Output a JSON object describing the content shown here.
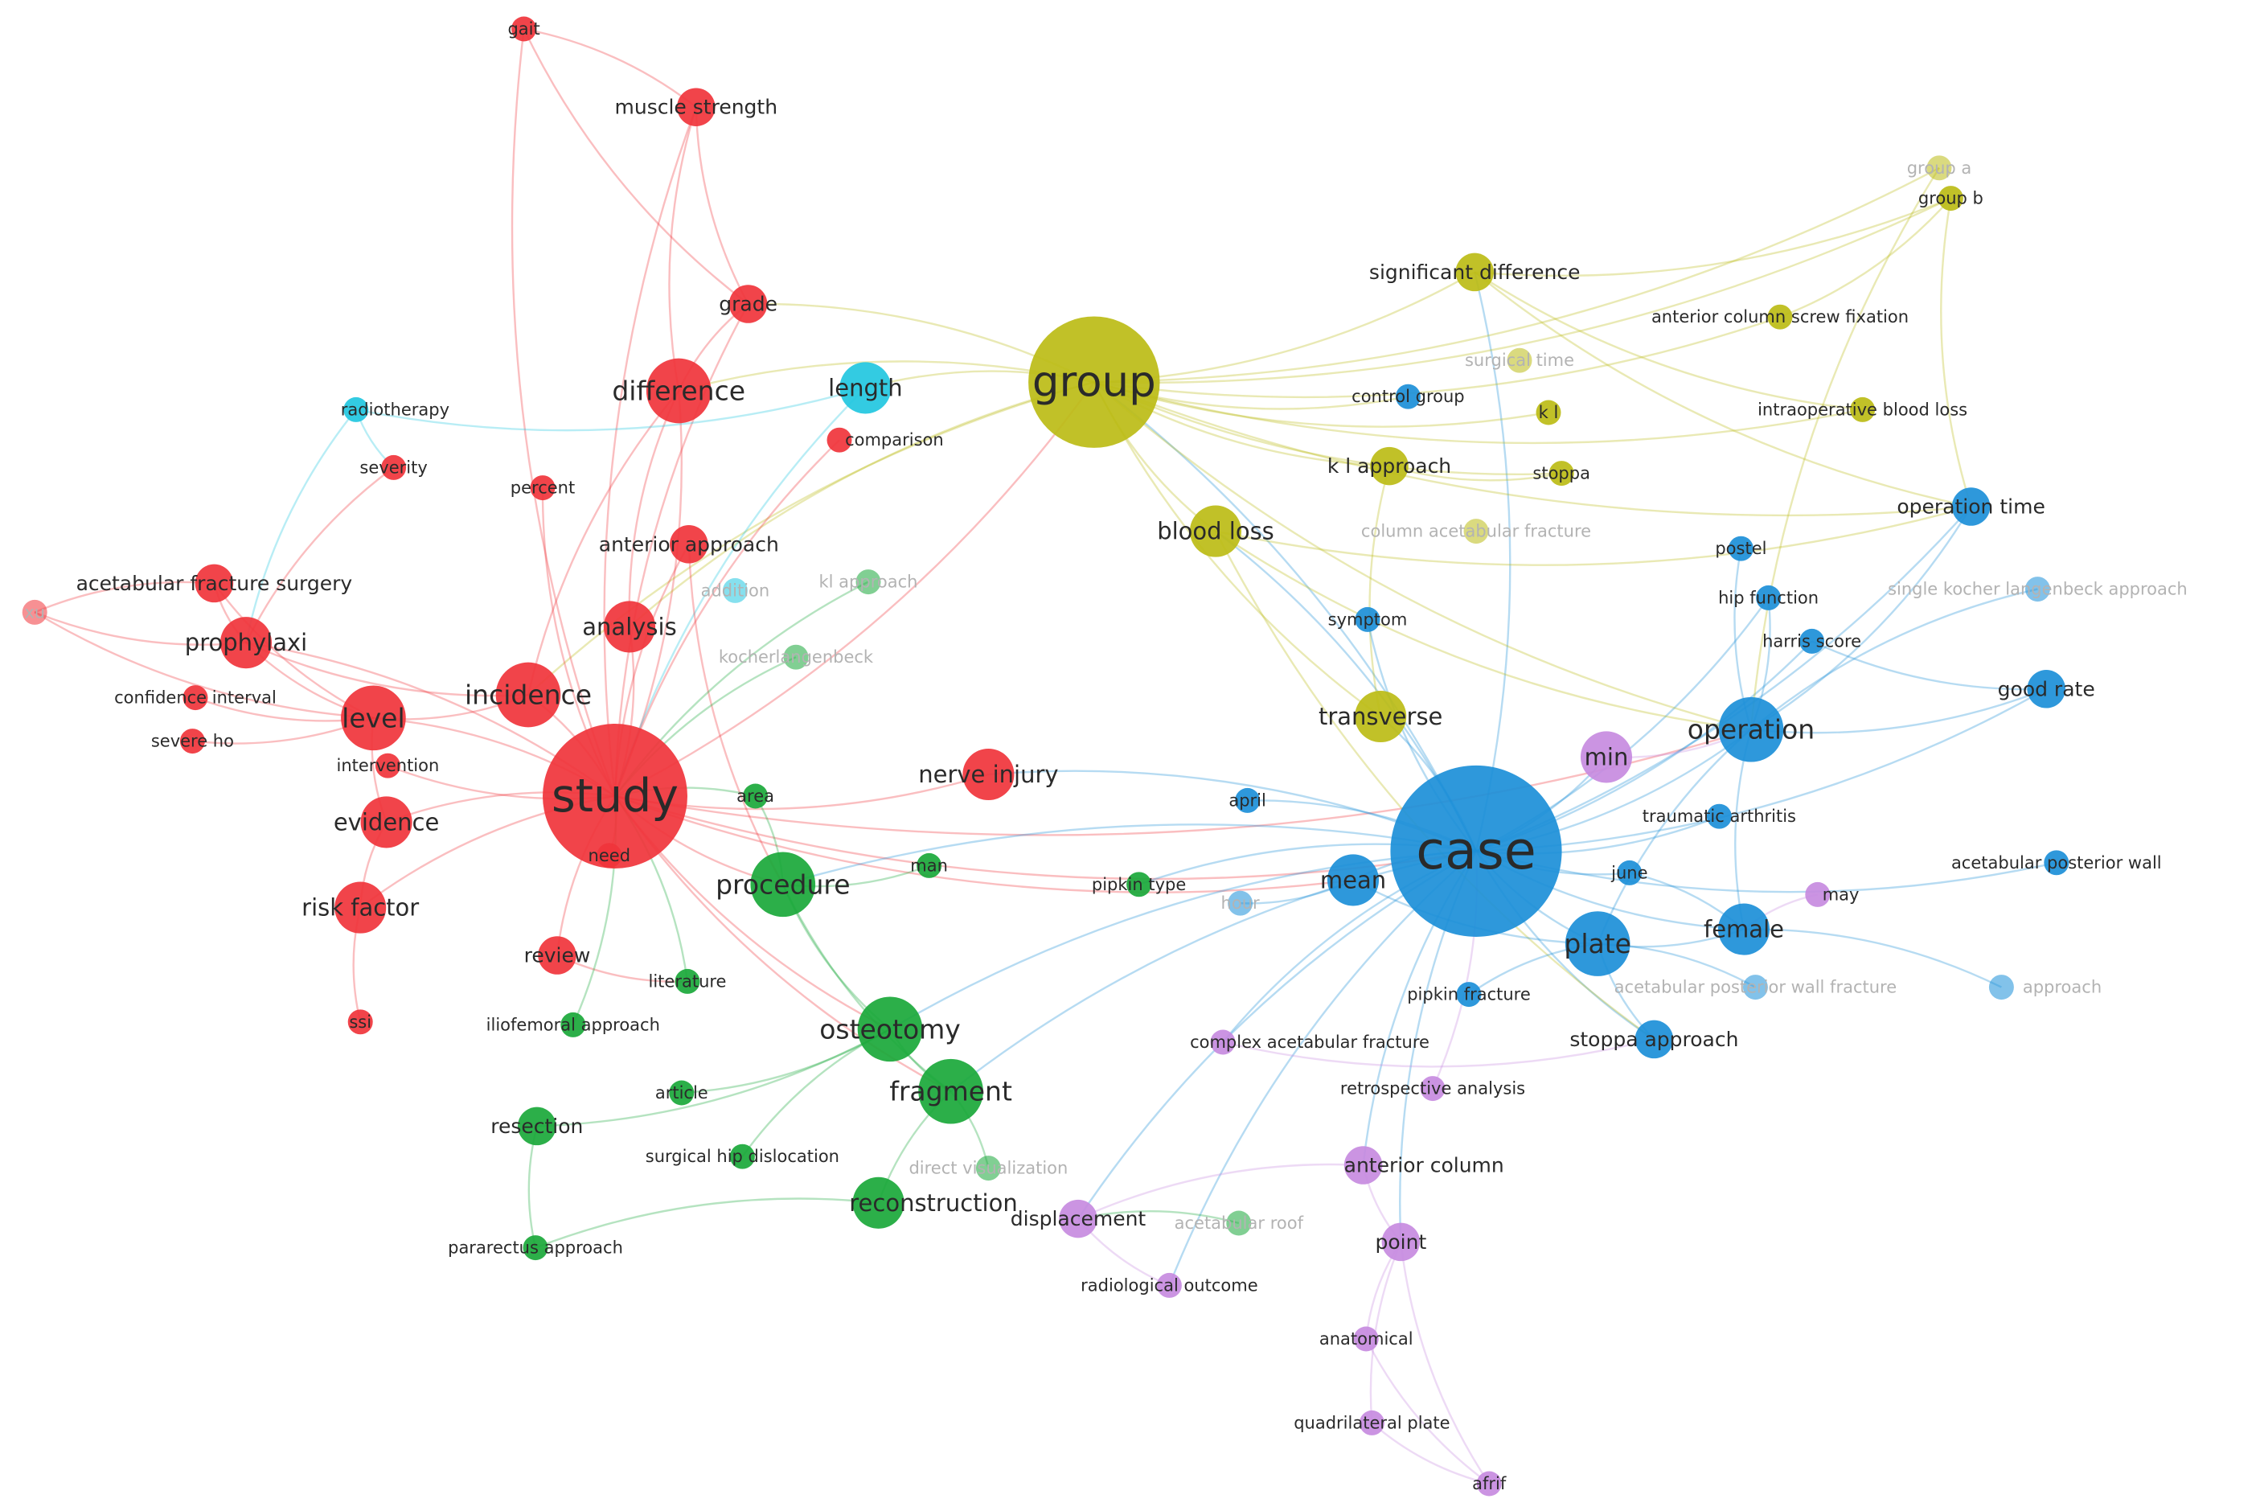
{
  "clusters": {
    "red": {
      "color": "#f0343b"
    },
    "green": {
      "color": "#1aa83a"
    },
    "blue": {
      "color": "#1c8fd8"
    },
    "yellow": {
      "color": "#bcbc16"
    },
    "purple": {
      "color": "#c78be0"
    },
    "cyan": {
      "color": "#22c7e0"
    }
  },
  "nodes": [
    {
      "label": "gait",
      "cluster": "red",
      "weight": 1
    },
    {
      "label": "muscle strength",
      "cluster": "red",
      "weight": 2
    },
    {
      "label": "grade",
      "cluster": "red",
      "weight": 2
    },
    {
      "label": "difference",
      "cluster": "red",
      "weight": 4
    },
    {
      "label": "radiotherapy",
      "cluster": "cyan",
      "weight": 1
    },
    {
      "label": "severity",
      "cluster": "red",
      "weight": 1
    },
    {
      "label": "percent",
      "cluster": "red",
      "weight": 1
    },
    {
      "label": "length",
      "cluster": "cyan",
      "weight": 3
    },
    {
      "label": "comparison",
      "cluster": "red",
      "weight": 1
    },
    {
      "label": "anterior approach",
      "cluster": "red",
      "weight": 2
    },
    {
      "label": "acetabular fracture surgery",
      "cluster": "red",
      "weight": 2
    },
    {
      "label": "xu",
      "cluster": "red",
      "weight": 1,
      "faded": true
    },
    {
      "label": "prophylaxi",
      "cluster": "red",
      "weight": 3
    },
    {
      "label": "analysis",
      "cluster": "red",
      "weight": 3
    },
    {
      "label": "addition",
      "cluster": "cyan",
      "weight": 1,
      "faded": true
    },
    {
      "label": "kl approach",
      "cluster": "green",
      "weight": 1,
      "faded": true
    },
    {
      "label": "kocherlangenbeck",
      "cluster": "green",
      "weight": 1,
      "faded": true
    },
    {
      "label": "confidence interval",
      "cluster": "red",
      "weight": 1
    },
    {
      "label": "level",
      "cluster": "red",
      "weight": 4
    },
    {
      "label": "incidence",
      "cluster": "red",
      "weight": 4
    },
    {
      "label": "severe ho",
      "cluster": "red",
      "weight": 1
    },
    {
      "label": "intervention",
      "cluster": "red",
      "weight": 1
    },
    {
      "label": "study",
      "cluster": "red",
      "weight": 10
    },
    {
      "label": "area",
      "cluster": "green",
      "weight": 1
    },
    {
      "label": "nerve injury",
      "cluster": "red",
      "weight": 3
    },
    {
      "label": "evidence",
      "cluster": "red",
      "weight": 3
    },
    {
      "label": "need",
      "cluster": "red",
      "weight": 1
    },
    {
      "label": "procedure",
      "cluster": "green",
      "weight": 4
    },
    {
      "label": "man",
      "cluster": "green",
      "weight": 1
    },
    {
      "label": "risk factor",
      "cluster": "red",
      "weight": 3
    },
    {
      "label": "review",
      "cluster": "red",
      "weight": 2
    },
    {
      "label": "literature",
      "cluster": "green",
      "weight": 1
    },
    {
      "label": "ssi",
      "cluster": "red",
      "weight": 1
    },
    {
      "label": "iliofemoral approach",
      "cluster": "green",
      "weight": 1
    },
    {
      "label": "osteotomy",
      "cluster": "green",
      "weight": 4
    },
    {
      "label": "article",
      "cluster": "green",
      "weight": 1
    },
    {
      "label": "fragment",
      "cluster": "green",
      "weight": 4
    },
    {
      "label": "resection",
      "cluster": "green",
      "weight": 2
    },
    {
      "label": "surgical hip dislocation",
      "cluster": "green",
      "weight": 1
    },
    {
      "label": "direct visualization",
      "cluster": "green",
      "weight": 1,
      "faded": true
    },
    {
      "label": "reconstruction",
      "cluster": "green",
      "weight": 3
    },
    {
      "label": "pararectus approach",
      "cluster": "green",
      "weight": 1
    },
    {
      "label": "group",
      "cluster": "yellow",
      "weight": 9
    },
    {
      "label": "group a",
      "cluster": "yellow",
      "weight": 1,
      "faded": true
    },
    {
      "label": "group b",
      "cluster": "yellow",
      "weight": 1
    },
    {
      "label": "significant difference",
      "cluster": "yellow",
      "weight": 2
    },
    {
      "label": "anterior column screw fixation",
      "cluster": "yellow",
      "weight": 1
    },
    {
      "label": "surgical time",
      "cluster": "yellow",
      "weight": 1,
      "faded": true
    },
    {
      "label": "control group",
      "cluster": "blue",
      "weight": 1
    },
    {
      "label": "k l",
      "cluster": "yellow",
      "weight": 1
    },
    {
      "label": "intraoperative blood loss",
      "cluster": "yellow",
      "weight": 1
    },
    {
      "label": "k l approach",
      "cluster": "yellow",
      "weight": 2
    },
    {
      "label": "stoppa",
      "cluster": "yellow",
      "weight": 1
    },
    {
      "label": "blood loss",
      "cluster": "yellow",
      "weight": 3
    },
    {
      "label": "column acetabular fracture",
      "cluster": "yellow",
      "weight": 1,
      "faded": true
    },
    {
      "label": "operation time",
      "cluster": "blue",
      "weight": 2
    },
    {
      "label": "postel",
      "cluster": "blue",
      "weight": 1
    },
    {
      "label": "hip function",
      "cluster": "blue",
      "weight": 1
    },
    {
      "label": "single kocher langenbeck approach",
      "cluster": "blue",
      "weight": 1,
      "faded": true
    },
    {
      "label": "symptom",
      "cluster": "blue",
      "weight": 1
    },
    {
      "label": "harris score",
      "cluster": "blue",
      "weight": 1
    },
    {
      "label": "good rate",
      "cluster": "blue",
      "weight": 2
    },
    {
      "label": "transverse",
      "cluster": "yellow",
      "weight": 3
    },
    {
      "label": "operation",
      "cluster": "blue",
      "weight": 4
    },
    {
      "label": "min",
      "cluster": "purple",
      "weight": 3
    },
    {
      "label": "april",
      "cluster": "blue",
      "weight": 1
    },
    {
      "label": "traumatic arthritis",
      "cluster": "blue",
      "weight": 1
    },
    {
      "label": "case",
      "cluster": "blue",
      "weight": 12
    },
    {
      "label": "mean",
      "cluster": "blue",
      "weight": 3
    },
    {
      "label": "pipkin type",
      "cluster": "green",
      "weight": 1
    },
    {
      "label": "hour",
      "cluster": "blue",
      "weight": 1,
      "faded": true
    },
    {
      "label": "june",
      "cluster": "blue",
      "weight": 1
    },
    {
      "label": "acetabular posterior wall",
      "cluster": "blue",
      "weight": 1
    },
    {
      "label": "may",
      "cluster": "purple",
      "weight": 1
    },
    {
      "label": "plate",
      "cluster": "blue",
      "weight": 4
    },
    {
      "label": "female",
      "cluster": "blue",
      "weight": 3
    },
    {
      "label": "pipkin fracture",
      "cluster": "blue",
      "weight": 1
    },
    {
      "label": "acetabular posterior wall fracture",
      "cluster": "blue",
      "weight": 1,
      "faded": true
    },
    {
      "label": "approach",
      "cluster": "blue",
      "weight": 1,
      "faded": true
    },
    {
      "label": "complex acetabular fracture",
      "cluster": "purple",
      "weight": 1
    },
    {
      "label": "stoppa approach",
      "cluster": "blue",
      "weight": 2
    },
    {
      "label": "retrospective analysis",
      "cluster": "purple",
      "weight": 1
    },
    {
      "label": "anterior column",
      "cluster": "purple",
      "weight": 2
    },
    {
      "label": "displacement",
      "cluster": "purple",
      "weight": 2
    },
    {
      "label": "acetabular roof",
      "cluster": "green",
      "weight": 1,
      "faded": true
    },
    {
      "label": "point",
      "cluster": "purple",
      "weight": 2
    },
    {
      "label": "radiological outcome",
      "cluster": "purple",
      "weight": 1
    },
    {
      "label": "anatomical",
      "cluster": "purple",
      "weight": 1
    },
    {
      "label": "quadrilateral plate",
      "cluster": "purple",
      "weight": 1
    },
    {
      "label": "afrif",
      "cluster": "purple",
      "weight": 1
    }
  ],
  "links": [
    [
      "study",
      "case"
    ],
    [
      "study",
      "group"
    ],
    [
      "study",
      "incidence"
    ],
    [
      "study",
      "level"
    ],
    [
      "study",
      "analysis"
    ],
    [
      "study",
      "evidence"
    ],
    [
      "study",
      "risk factor"
    ],
    [
      "study",
      "procedure"
    ],
    [
      "study",
      "nerve injury"
    ],
    [
      "study",
      "difference"
    ],
    [
      "study",
      "prophylaxi"
    ],
    [
      "study",
      "review"
    ],
    [
      "study",
      "osteotomy"
    ],
    [
      "study",
      "fragment"
    ],
    [
      "study",
      "mean"
    ],
    [
      "study",
      "operation"
    ],
    [
      "case",
      "group"
    ],
    [
      "case",
      "operation"
    ],
    [
      "case",
      "plate"
    ],
    [
      "case",
      "mean"
    ],
    [
      "case",
      "female"
    ],
    [
      "case",
      "min"
    ],
    [
      "case",
      "transverse"
    ],
    [
      "case",
      "blood loss"
    ],
    [
      "case",
      "operation time"
    ],
    [
      "case",
      "good rate"
    ],
    [
      "case",
      "stoppa approach"
    ],
    [
      "case",
      "anterior column"
    ],
    [
      "case",
      "point"
    ],
    [
      "case",
      "displacement"
    ],
    [
      "case",
      "nerve injury"
    ],
    [
      "case",
      "fragment"
    ],
    [
      "case",
      "osteotomy"
    ],
    [
      "case",
      "procedure"
    ],
    [
      "case",
      "harris score"
    ],
    [
      "case",
      "hip function"
    ],
    [
      "case",
      "june"
    ],
    [
      "case",
      "april"
    ],
    [
      "case",
      "traumatic arthritis"
    ],
    [
      "case",
      "acetabular posterior wall"
    ],
    [
      "case",
      "pipkin type"
    ],
    [
      "case",
      "complex acetabular fracture"
    ],
    [
      "case",
      "radiological outcome"
    ],
    [
      "case",
      "significant difference"
    ],
    [
      "group",
      "significant difference"
    ],
    [
      "group",
      "group b"
    ],
    [
      "group",
      "group a"
    ],
    [
      "group",
      "blood loss"
    ],
    [
      "group",
      "k l approach"
    ],
    [
      "group",
      "control group"
    ],
    [
      "group",
      "intraoperative blood loss"
    ],
    [
      "group",
      "anterior column screw fixation"
    ],
    [
      "group",
      "stoppa"
    ],
    [
      "group",
      "difference"
    ],
    [
      "group",
      "length"
    ],
    [
      "group",
      "grade"
    ],
    [
      "group",
      "transverse"
    ],
    [
      "group",
      "operation time"
    ],
    [
      "group",
      "operation"
    ],
    [
      "group",
      "incidence"
    ],
    [
      "group",
      "analysis"
    ],
    [
      "group",
      "k l"
    ],
    [
      "significant difference",
      "group b"
    ],
    [
      "significant difference",
      "operation time"
    ],
    [
      "significant difference",
      "intraoperative blood loss"
    ],
    [
      "anterior column screw fixation",
      "group b"
    ],
    [
      "group a",
      "operation"
    ],
    [
      "group b",
      "operation time"
    ],
    [
      "blood loss",
      "operation"
    ],
    [
      "blood loss",
      "operation time"
    ],
    [
      "blood loss",
      "stoppa approach"
    ],
    [
      "k l approach",
      "stoppa"
    ],
    [
      "k l approach",
      "transverse"
    ],
    [
      "muscle strength",
      "gait"
    ],
    [
      "muscle strength",
      "grade"
    ],
    [
      "muscle strength",
      "study"
    ],
    [
      "muscle strength",
      "difference"
    ],
    [
      "gait",
      "grade"
    ],
    [
      "gait",
      "study"
    ],
    [
      "grade",
      "study"
    ],
    [
      "grade",
      "difference"
    ],
    [
      "difference",
      "incidence"
    ],
    [
      "difference",
      "analysis"
    ],
    [
      "radiotherapy",
      "prophylaxi"
    ],
    [
      "radiotherapy",
      "severity"
    ],
    [
      "radiotherapy",
      "length"
    ],
    [
      "severity",
      "prophylaxi"
    ],
    [
      "percent",
      "study"
    ],
    [
      "length",
      "study"
    ],
    [
      "comparison",
      "study"
    ],
    [
      "anterior approach",
      "study"
    ],
    [
      "anterior approach",
      "procedure"
    ],
    [
      "acetabular fracture surgery",
      "level"
    ],
    [
      "acetabular fracture surgery",
      "prophylaxi"
    ],
    [
      "acetabular fracture surgery",
      "xu"
    ],
    [
      "xu",
      "level"
    ],
    [
      "xu",
      "prophylaxi"
    ],
    [
      "prophylaxi",
      "level"
    ],
    [
      "prophylaxi",
      "incidence"
    ],
    [
      "confidence interval",
      "level"
    ],
    [
      "level",
      "evidence"
    ],
    [
      "level",
      "incidence"
    ],
    [
      "severe ho",
      "level"
    ],
    [
      "intervention",
      "study"
    ],
    [
      "evidence",
      "risk factor"
    ],
    [
      "risk factor",
      "ssi"
    ],
    [
      "review",
      "literature"
    ],
    [
      "need",
      "study"
    ],
    [
      "procedure",
      "osteotomy"
    ],
    [
      "procedure",
      "fragment"
    ],
    [
      "procedure",
      "area"
    ],
    [
      "procedure",
      "man"
    ],
    [
      "osteotomy",
      "fragment"
    ],
    [
      "osteotomy",
      "surgical hip dislocation"
    ],
    [
      "fragment",
      "reconstruction"
    ],
    [
      "reconstruction",
      "pararectus approach"
    ],
    [
      "resection",
      "pararectus approach"
    ],
    [
      "resection",
      "osteotomy"
    ],
    [
      "article",
      "osteotomy"
    ],
    [
      "iliofemoral approach",
      "study"
    ],
    [
      "literature",
      "study"
    ],
    [
      "kocherlangenbeck",
      "study"
    ],
    [
      "kl approach",
      "study"
    ],
    [
      "area",
      "study"
    ],
    [
      "direct visualization",
      "fragment"
    ],
    [
      "operation",
      "good rate"
    ],
    [
      "operation",
      "female"
    ],
    [
      "operation",
      "plate"
    ],
    [
      "operation",
      "hip function"
    ],
    [
      "operation",
      "operation time"
    ],
    [
      "plate",
      "stoppa approach"
    ],
    [
      "plate",
      "female"
    ],
    [
      "plate",
      "pipkin fracture"
    ],
    [
      "female",
      "june"
    ],
    [
      "harris score",
      "good rate"
    ],
    [
      "postel",
      "operation"
    ],
    [
      "single kocher langenbeck approach",
      "operation"
    ],
    [
      "symptom",
      "case"
    ],
    [
      "approach",
      "female"
    ],
    [
      "acetabular posterior wall fracture",
      "plate"
    ],
    [
      "hour",
      "mean"
    ],
    [
      "mean",
      "plate"
    ],
    [
      "anterior column",
      "point"
    ],
    [
      "anterior column",
      "displacement"
    ],
    [
      "point",
      "anatomical"
    ],
    [
      "point",
      "quadrilateral plate"
    ],
    [
      "point",
      "afrif"
    ],
    [
      "displacement",
      "radiological outcome"
    ],
    [
      "anatomical",
      "afrif"
    ],
    [
      "quadrilateral plate",
      "afrif"
    ],
    [
      "retrospective analysis",
      "case"
    ],
    [
      "complex acetabular fracture",
      "stoppa approach"
    ],
    [
      "acetabular roof",
      "displacement"
    ],
    [
      "may",
      "female"
    ],
    [
      "min",
      "operation"
    ]
  ]
}
